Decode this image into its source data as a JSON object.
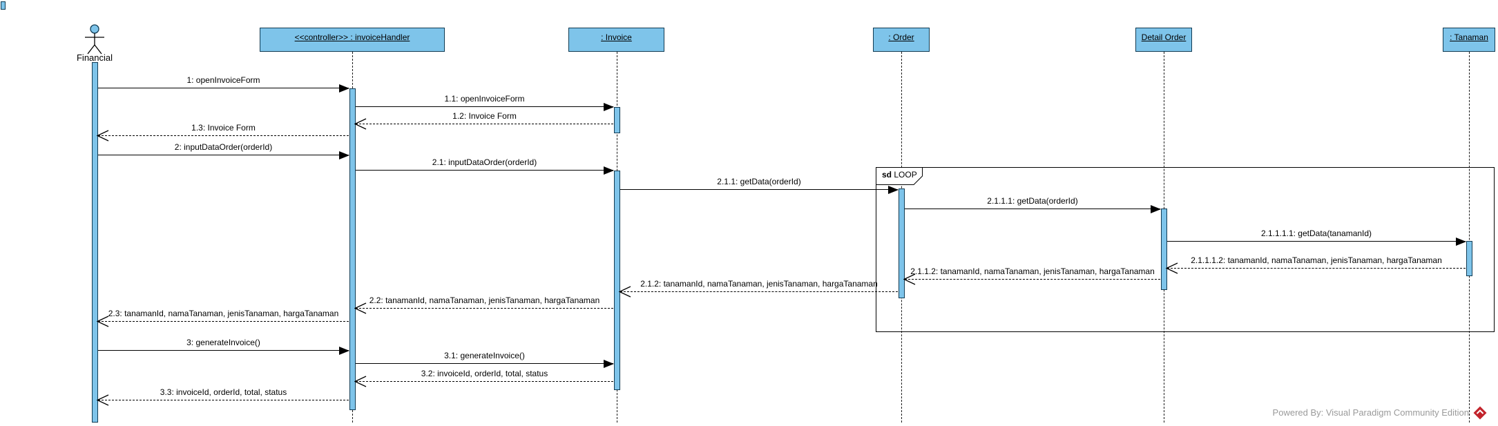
{
  "diagram": {
    "kind": "uml-sequence-diagram"
  },
  "colors": {
    "fill": "#7ec4ea",
    "border": "#103a52",
    "line": "#000000",
    "watermark": "#9a9a9a",
    "logo": "#c2242c"
  },
  "lifelines": [
    {
      "name": "Financial",
      "type": "actor"
    },
    {
      "name": "<<controller>> : invoiceHandler",
      "type": "object"
    },
    {
      "name": ": Invoice",
      "type": "object"
    },
    {
      "name": ": Order",
      "type": "object"
    },
    {
      "name": "Detail Order",
      "type": "object"
    },
    {
      "name": ": Tanaman",
      "type": "object"
    }
  ],
  "fragment": {
    "operator": "sd",
    "name": "LOOP"
  },
  "messages": [
    {
      "label": "1: openInvoiceForm",
      "from": "Financial",
      "to": "invoiceHandler",
      "kind": "call"
    },
    {
      "label": "1.1: openInvoiceForm",
      "from": "invoiceHandler",
      "to": "Invoice",
      "kind": "call"
    },
    {
      "label": "1.2: Invoice Form",
      "from": "Invoice",
      "to": "invoiceHandler",
      "kind": "return"
    },
    {
      "label": "1.3: Invoice Form",
      "from": "invoiceHandler",
      "to": "Financial",
      "kind": "return"
    },
    {
      "label": "2: inputDataOrder(orderId)",
      "from": "Financial",
      "to": "invoiceHandler",
      "kind": "call"
    },
    {
      "label": "2.1: inputDataOrder(orderId)",
      "from": "invoiceHandler",
      "to": "Invoice",
      "kind": "call"
    },
    {
      "label": "2.1.1: getData(orderId)",
      "from": "Invoice",
      "to": "Order",
      "kind": "call"
    },
    {
      "label": "2.1.1.1: getData(orderId)",
      "from": "Order",
      "to": "Detail Order",
      "kind": "call"
    },
    {
      "label": "2.1.1.1.1: getData(tanamanId)",
      "from": "Detail Order",
      "to": "Tanaman",
      "kind": "call"
    },
    {
      "label": "2.1.1.1.2: tanamanId, namaTanaman, jenisTanaman, hargaTanaman",
      "from": "Tanaman",
      "to": "Detail Order",
      "kind": "return"
    },
    {
      "label": "2.1.1.2: tanamanId, namaTanaman, jenisTanaman, hargaTanaman",
      "from": "Detail Order",
      "to": "Order",
      "kind": "return"
    },
    {
      "label": "2.1.2: tanamanId, namaTanaman, jenisTanaman, hargaTanaman",
      "from": "Order",
      "to": "Invoice",
      "kind": "return"
    },
    {
      "label": "2.2: tanamanId, namaTanaman, jenisTanaman, hargaTanaman",
      "from": "Invoice",
      "to": "invoiceHandler",
      "kind": "return"
    },
    {
      "label": "2.3: tanamanId, namaTanaman, jenisTanaman, hargaTanaman",
      "from": "invoiceHandler",
      "to": "Financial",
      "kind": "return"
    },
    {
      "label": "3: generateInvoice()",
      "from": "Financial",
      "to": "invoiceHandler",
      "kind": "call"
    },
    {
      "label": "3.1: generateInvoice()",
      "from": "invoiceHandler",
      "to": "Invoice",
      "kind": "call"
    },
    {
      "label": "3.2: invoiceId, orderId, total, status",
      "from": "Invoice",
      "to": "invoiceHandler",
      "kind": "return"
    },
    {
      "label": "3.3: invoiceId, orderId, total, status",
      "from": "invoiceHandler",
      "to": "Financial",
      "kind": "return"
    }
  ],
  "watermark": {
    "text": "Powered By: Visual Paradigm Community Edition"
  }
}
